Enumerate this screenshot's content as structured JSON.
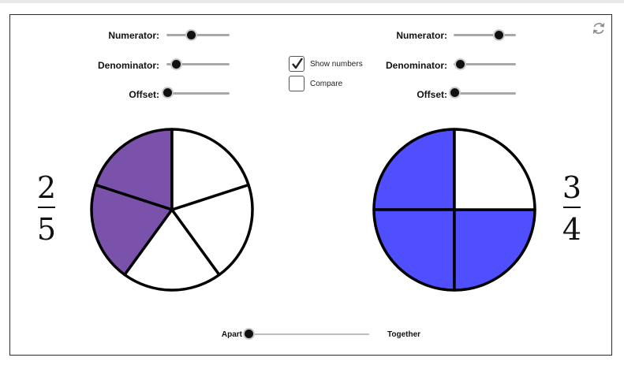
{
  "left": {
    "numerator_label": "Numerator:",
    "denominator_label": "Denominator:",
    "offset_label": "Offset:",
    "fraction": {
      "numerator": "2",
      "denominator": "5"
    },
    "pie": {
      "parts": 5,
      "filled": 2,
      "fill_color": "#7b52ab",
      "start_angle_deg": 90
    }
  },
  "right": {
    "numerator_label": "Numerator:",
    "denominator_label": "Denominator:",
    "offset_label": "Offset:",
    "fraction": {
      "numerator": "3",
      "denominator": "4"
    },
    "pie": {
      "parts": 4,
      "filled": 3,
      "fill_color": "#4f4fff",
      "start_angle_deg": 90
    }
  },
  "options": {
    "show_numbers_label": "Show numbers",
    "show_numbers_checked": true,
    "compare_label": "Compare",
    "compare_checked": false
  },
  "bottom": {
    "apart_label": "Apart",
    "together_label": "Together"
  },
  "icons": {
    "reset": "refresh-icon"
  }
}
